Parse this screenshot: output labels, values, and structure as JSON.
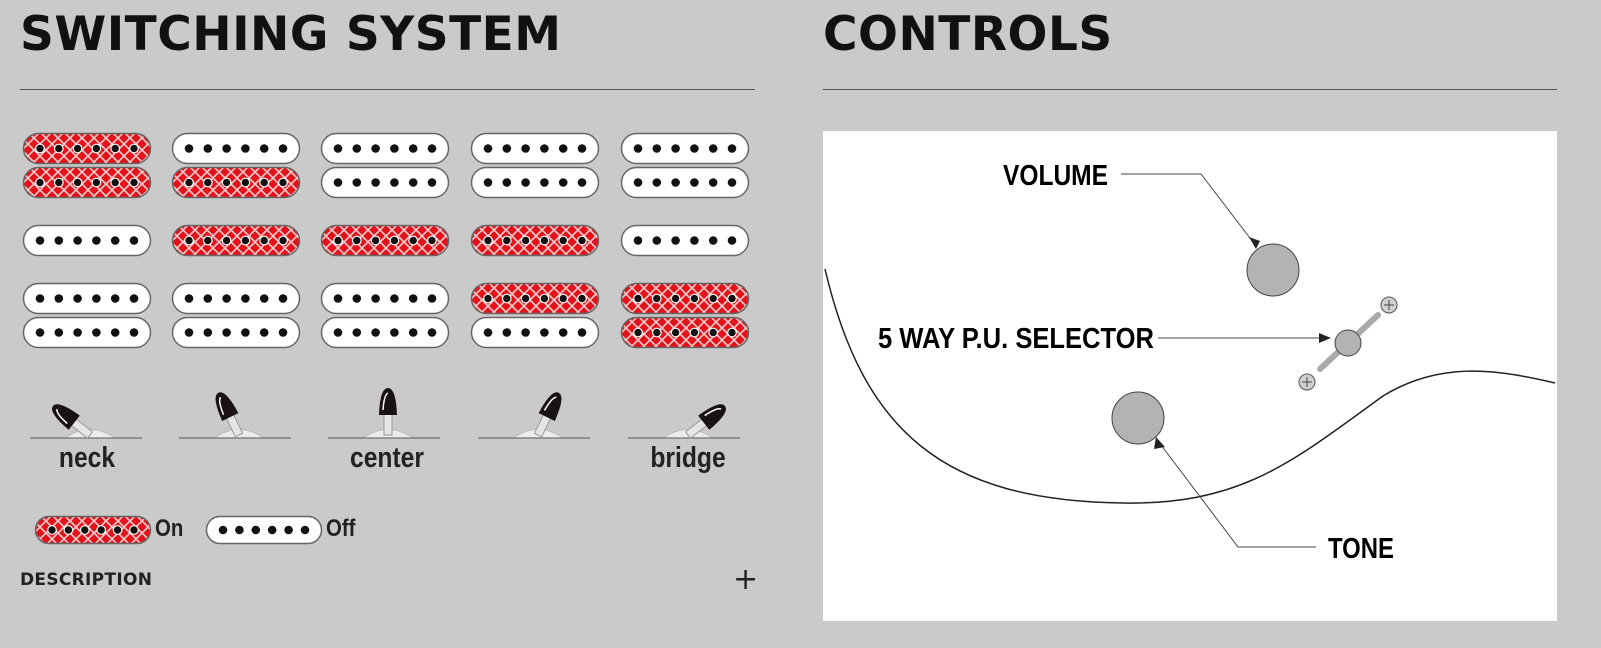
{
  "headings": {
    "switching": "SWITCHING SYSTEM",
    "controls": "CONTROLS"
  },
  "switching": {
    "positions": [
      "neck",
      "",
      "center",
      "",
      "bridge"
    ],
    "matrix": [
      {
        "neck": "on",
        "middle": "off",
        "bridge": "off"
      },
      {
        "neck": "on",
        "middle": "on",
        "bridge": "off"
      },
      {
        "neck": "off",
        "middle": "on",
        "bridge": "off"
      },
      {
        "neck": "off",
        "middle": "on",
        "bridge": "on"
      },
      {
        "neck": "off",
        "middle": "off",
        "bridge": "on"
      }
    ],
    "neck_coil_split": [
      [
        "on",
        "on"
      ],
      [
        "off",
        "on"
      ],
      [
        "off",
        "off"
      ],
      [
        "off",
        "off"
      ],
      [
        "off",
        "off"
      ]
    ],
    "bridge_coil_split": [
      [
        "off",
        "off"
      ],
      [
        "off",
        "off"
      ],
      [
        "off",
        "off"
      ],
      [
        "on",
        "off"
      ],
      [
        "on",
        "on"
      ]
    ],
    "legend": {
      "on": "On",
      "off": "Off"
    },
    "colors": {
      "on": "#e3121b",
      "off": "#ffffff"
    }
  },
  "description": {
    "label": "DESCRIPTION",
    "toggle": "+"
  },
  "controls": {
    "volume": "VOLUME",
    "selector": "5 WAY P.U. SELECTOR",
    "tone": "TONE"
  }
}
